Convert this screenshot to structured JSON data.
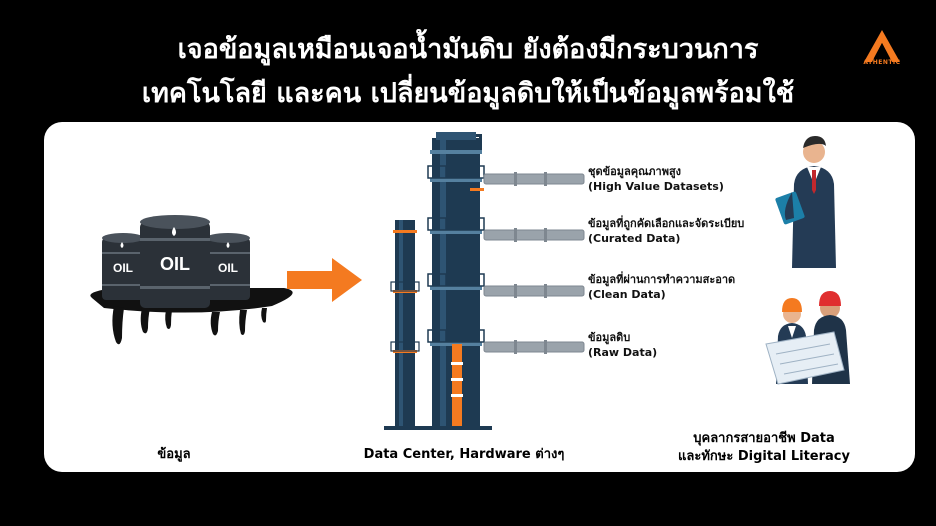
{
  "title": {
    "line1": "เจอข้อมูลเหมือนเจอน้ำมันดิบ ยังต้องมีกระบวนการ",
    "line2": "เทคโนโลยี และคน เปลี่ยนข้อมูลดิบให้เป็นข้อมูลพร้อมใช้"
  },
  "logo": {
    "text": "ATHENTIC",
    "color": "#f47a20"
  },
  "barrels": {
    "labels": [
      "OIL",
      "OIL",
      "OIL"
    ]
  },
  "levels": [
    {
      "th": "ชุดข้อมูลคุณภาพสูง",
      "en": "(High Value Datasets)"
    },
    {
      "th": "ข้อมูลที่ถูกคัดเลือกและจัดระเบียบ",
      "en": "(Curated Data)"
    },
    {
      "th": "ข้อมูลที่ผ่านการทำความสะอาด",
      "en": "(Clean Data)"
    },
    {
      "th": "ข้อมูลดิบ",
      "en": "(Raw Data)"
    }
  ],
  "captions": {
    "data": "ข้อมูล",
    "center": "Data Center, Hardware ต่างๆ",
    "people_line1": "บุคลากรสายอาชีพ Data",
    "people_line2": "และทักษะ Digital Literacy"
  },
  "colors": {
    "accent": "#f47a20",
    "tower": "#1e3a52",
    "pipe": "#9aa3ab",
    "barrel": "#2b3138"
  }
}
